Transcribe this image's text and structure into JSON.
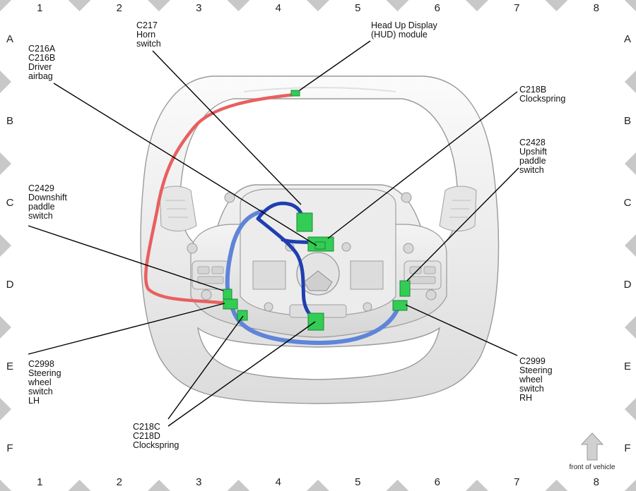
{
  "grid": {
    "columns": [
      "1",
      "2",
      "3",
      "4",
      "5",
      "6",
      "7",
      "8"
    ],
    "rows": [
      "A",
      "B",
      "C",
      "D",
      "E",
      "F"
    ]
  },
  "callouts": {
    "c216": [
      "C216A",
      "C216B",
      "Driver",
      "airbag"
    ],
    "c217": [
      "C217",
      "Horn",
      "switch"
    ],
    "hud": [
      "Head Up Display",
      "(HUD) module"
    ],
    "c218b": [
      "C218B",
      "Clockspring"
    ],
    "c2428": [
      "C2428",
      "Upshift",
      "paddle",
      "switch"
    ],
    "c2429": [
      "C2429",
      "Downshift",
      "paddle",
      "switch"
    ],
    "c2998": [
      "C2998",
      "Steering",
      "wheel",
      "switch",
      "LH"
    ],
    "c218cd": [
      "C218C",
      "C218D",
      "Clockspring"
    ],
    "c2999": [
      "C2999",
      "Steering",
      "wheel",
      "switch",
      "RH"
    ]
  },
  "front_of_vehicle": "front of vehicle",
  "colors": {
    "red_harness": "#e8605f",
    "blue_harness": "#1f3fb0",
    "light_blue_harness": "#5f85d8",
    "connector_green": "#33cc55",
    "wheel_fill": "#f2f2f2",
    "wheel_edge": "#a8a8a8",
    "border_chevron": "#c8c8c8"
  },
  "icons": {
    "arrow": "up-arrow-icon"
  }
}
